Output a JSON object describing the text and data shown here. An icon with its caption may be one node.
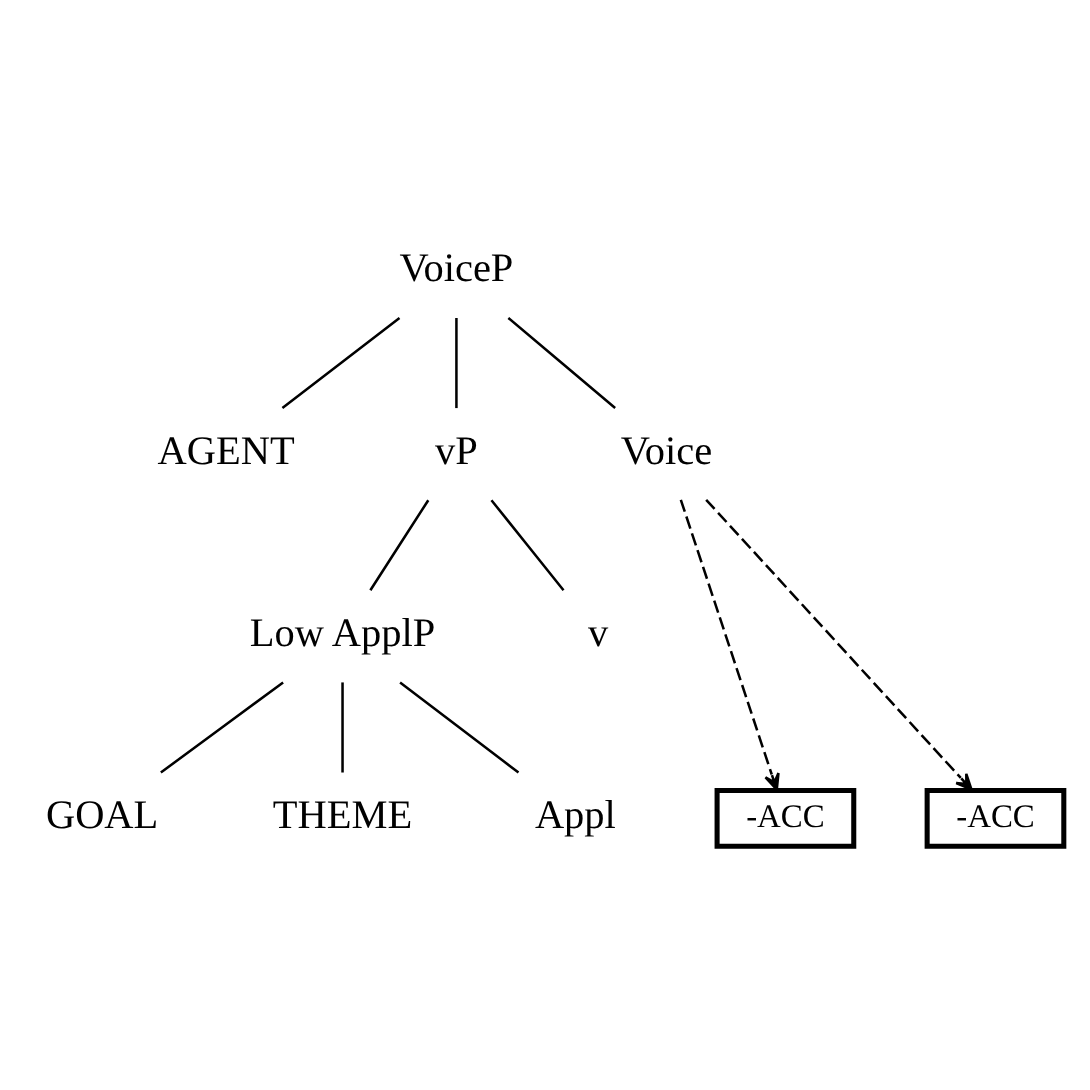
{
  "diagram": {
    "nodes": [
      {
        "text": [
          "VoiceP"
        ]
      },
      {
        "text": [
          "AGENT"
        ]
      },
      {
        "text": [
          "vP"
        ]
      },
      {
        "text": [
          "Voice"
        ]
      },
      {
        "text": [
          "Low ApplP"
        ]
      },
      {
        "text": [
          "v"
        ]
      },
      {
        "text": [
          "GOAL"
        ]
      },
      {
        "text": [
          "-ACC"
        ]
      },
      {
        "text": [
          "THEME"
        ]
      },
      {
        "text": [
          "-ACC"
        ]
      },
      {
        "text": [
          "Appl"
        ]
      }
    ],
    "edges": [
      {
        "from": 0,
        "to": 1,
        "arrow": "none"
      },
      {
        "from": 0,
        "to": 2,
        "arrow": "none"
      },
      {
        "from": 0,
        "to": 3,
        "arrow": "none"
      },
      {
        "from": 2,
        "to": 4,
        "arrow": "none"
      },
      {
        "from": 2,
        "to": 5,
        "arrow": "none"
      },
      {
        "from": 4,
        "to": 6,
        "arrow": "none"
      },
      {
        "from": 4,
        "to": 8,
        "arrow": "none"
      },
      {
        "from": 4,
        "to": 10,
        "arrow": "none"
      },
      {
        "from": 3,
        "to": 7,
        "arrow": "to",
        "style": "dashed"
      },
      {
        "from": 3,
        "to": 9,
        "arrow": "to",
        "style": "dashed"
      }
    ]
  }
}
